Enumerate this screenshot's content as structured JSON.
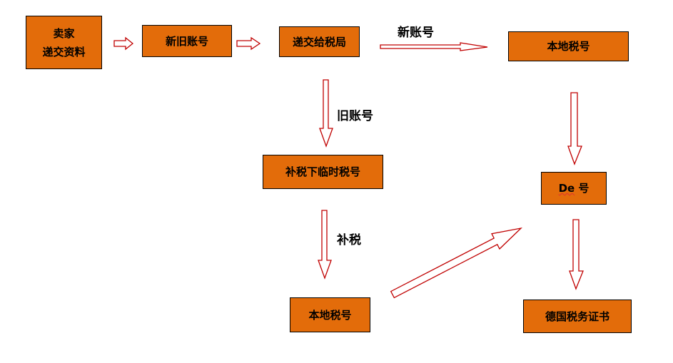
{
  "colors": {
    "box_fill": "#E36C0A",
    "arrow_stroke": "#C00000"
  },
  "boxes": {
    "seller_line1": "卖家",
    "seller_line2": "递交资料",
    "old_new_account": "新旧账号",
    "submit_tax_office": "递交给税局",
    "local_tax_top": "本地税号",
    "back_tax_temp": "补税下临时税号",
    "de_prefix": "De",
    "de_suffix": "号",
    "local_tax_bottom": "本地税号",
    "german_cert": "德国税务证书"
  },
  "labels": {
    "new_account": "新账号",
    "old_account": "旧账号",
    "back_tax": "补税"
  }
}
